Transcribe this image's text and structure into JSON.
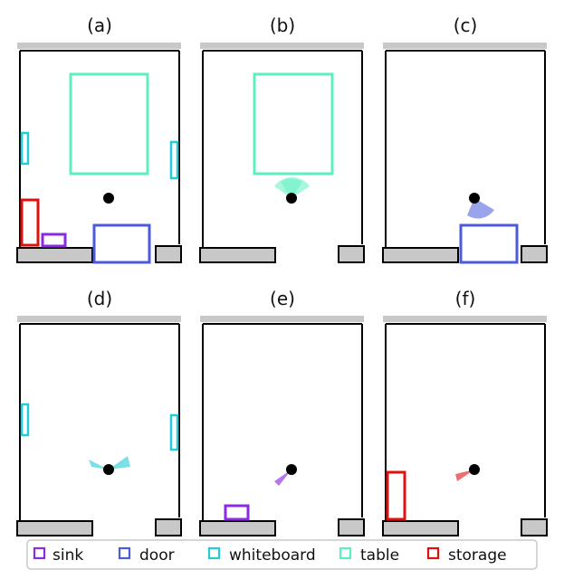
{
  "panels": [
    {
      "label": "(a)",
      "objects": [
        "table",
        "whiteboard",
        "whiteboard",
        "storage",
        "sink",
        "door"
      ]
    },
    {
      "label": "(b)",
      "objects": [
        "table"
      ],
      "view_fan": "table"
    },
    {
      "label": "(c)",
      "objects": [
        "door"
      ],
      "view_fan": "door"
    },
    {
      "label": "(d)",
      "objects": [
        "whiteboard",
        "whiteboard"
      ],
      "view_fan": "whiteboard"
    },
    {
      "label": "(e)",
      "objects": [
        "sink"
      ],
      "view_fan": "sink"
    },
    {
      "label": "(f)",
      "objects": [
        "storage"
      ],
      "view_fan": "storage"
    }
  ],
  "legend": [
    {
      "label": "sink",
      "color": "#8a2be2"
    },
    {
      "label": "door",
      "color": "#4c5bdc"
    },
    {
      "label": "whiteboard",
      "color": "#22ccd8"
    },
    {
      "label": "table",
      "color": "#5cf0c0"
    },
    {
      "label": "storage",
      "color": "#e01010"
    }
  ],
  "colors": {
    "wall_fill": "#c8c8c8",
    "wall_stroke": "#000000",
    "agent": "#000000"
  }
}
